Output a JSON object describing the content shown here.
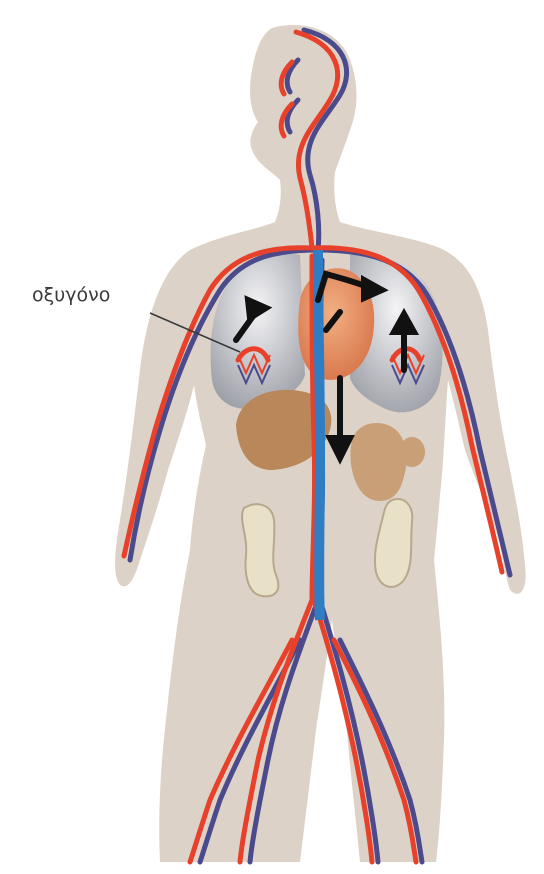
{
  "figure": {
    "label": "οξυγόνο",
    "colors": {
      "skin": "#ddd2c7",
      "artery": "#e8412b",
      "vein": "#4a4a8c",
      "aorta_blue": "#2f7ec4",
      "lung": "#c6c7cc",
      "heart": "#e3915c",
      "liver": "#b9875a",
      "organ_tan": "#c89f77",
      "intestine": "#e9e0c8",
      "arrow": "#111111"
    },
    "icons": [
      "body-silhouette",
      "lung-left",
      "lung-right",
      "heart",
      "liver",
      "stomach",
      "intestines",
      "blood-vessels",
      "flow-arrows"
    ]
  }
}
